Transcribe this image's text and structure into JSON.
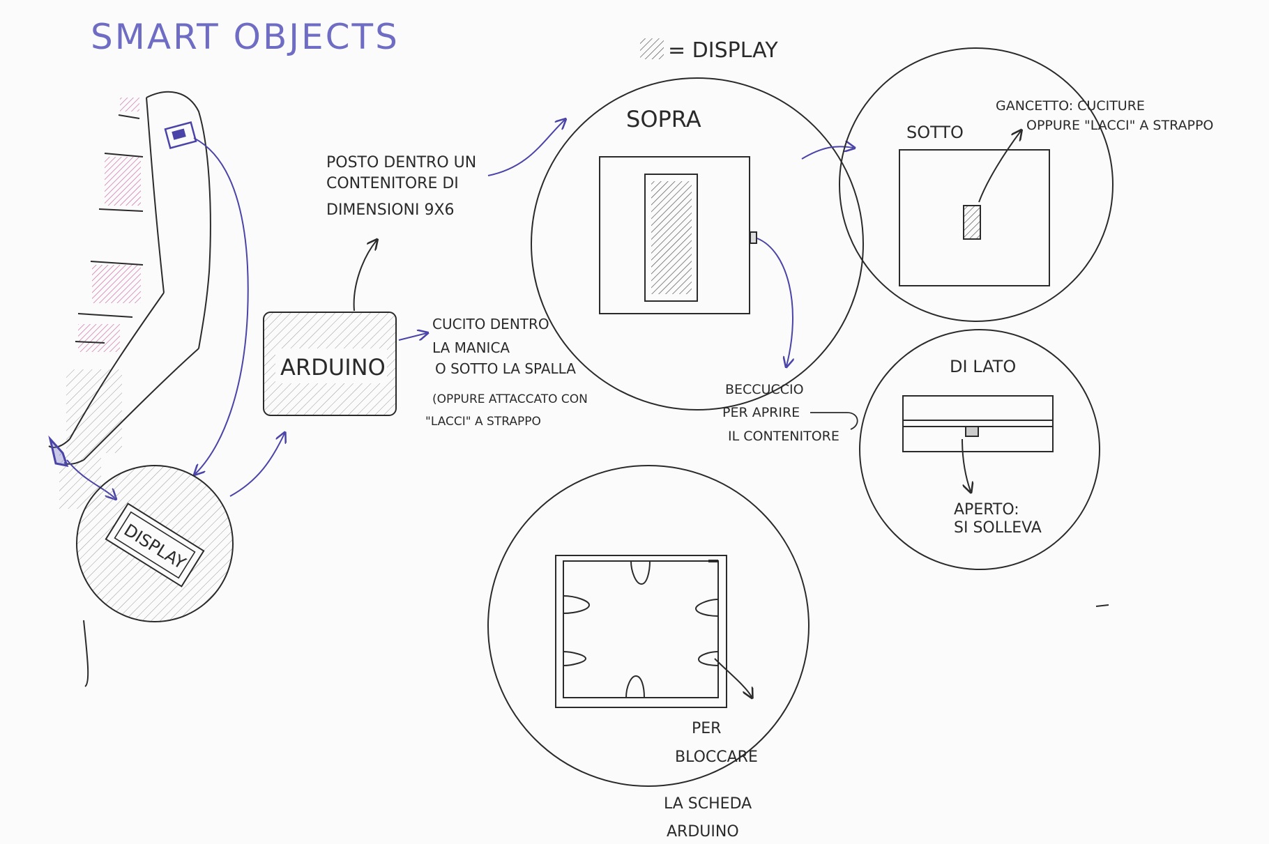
{
  "title": "SMART OBJECTS",
  "legend": "= DISPLAY",
  "arduino_label": "ARDUINO",
  "arm_display_label": "DISPLAY",
  "notes": {
    "container": [
      "POSTO DENTRO UN",
      "CONTENITORE DI",
      "DIMENSIONI 9X6"
    ],
    "sewn": [
      "CUCITO DENTRO",
      "LA MANICA",
      "O SOTTO LA SPALLA",
      "(OPPURE ATTACCATO CON",
      "\"LACCI\" A STRAPPO"
    ],
    "latch": [
      "BECCUCCIO",
      "PER APRIRE",
      "IL CONTENITORE"
    ],
    "hook": [
      "GANCETTO: CUCITURE",
      "OPPURE \"LACCI\" A STRAPPO"
    ],
    "opened": [
      "APERTO:",
      "SI SOLLEVA"
    ],
    "block": [
      "PER",
      "BLOCCARE",
      "LA SCHEDA",
      "ARDUINO"
    ]
  },
  "views": {
    "top": "SOPRA",
    "bottom": "SOTTO",
    "side": "DI LATO"
  },
  "colors": {
    "ink": "#2a2a2a",
    "blue_ink": "#4a44a8",
    "title_ink": "#6f6cc4",
    "pink_hatch": "#c9609f"
  }
}
